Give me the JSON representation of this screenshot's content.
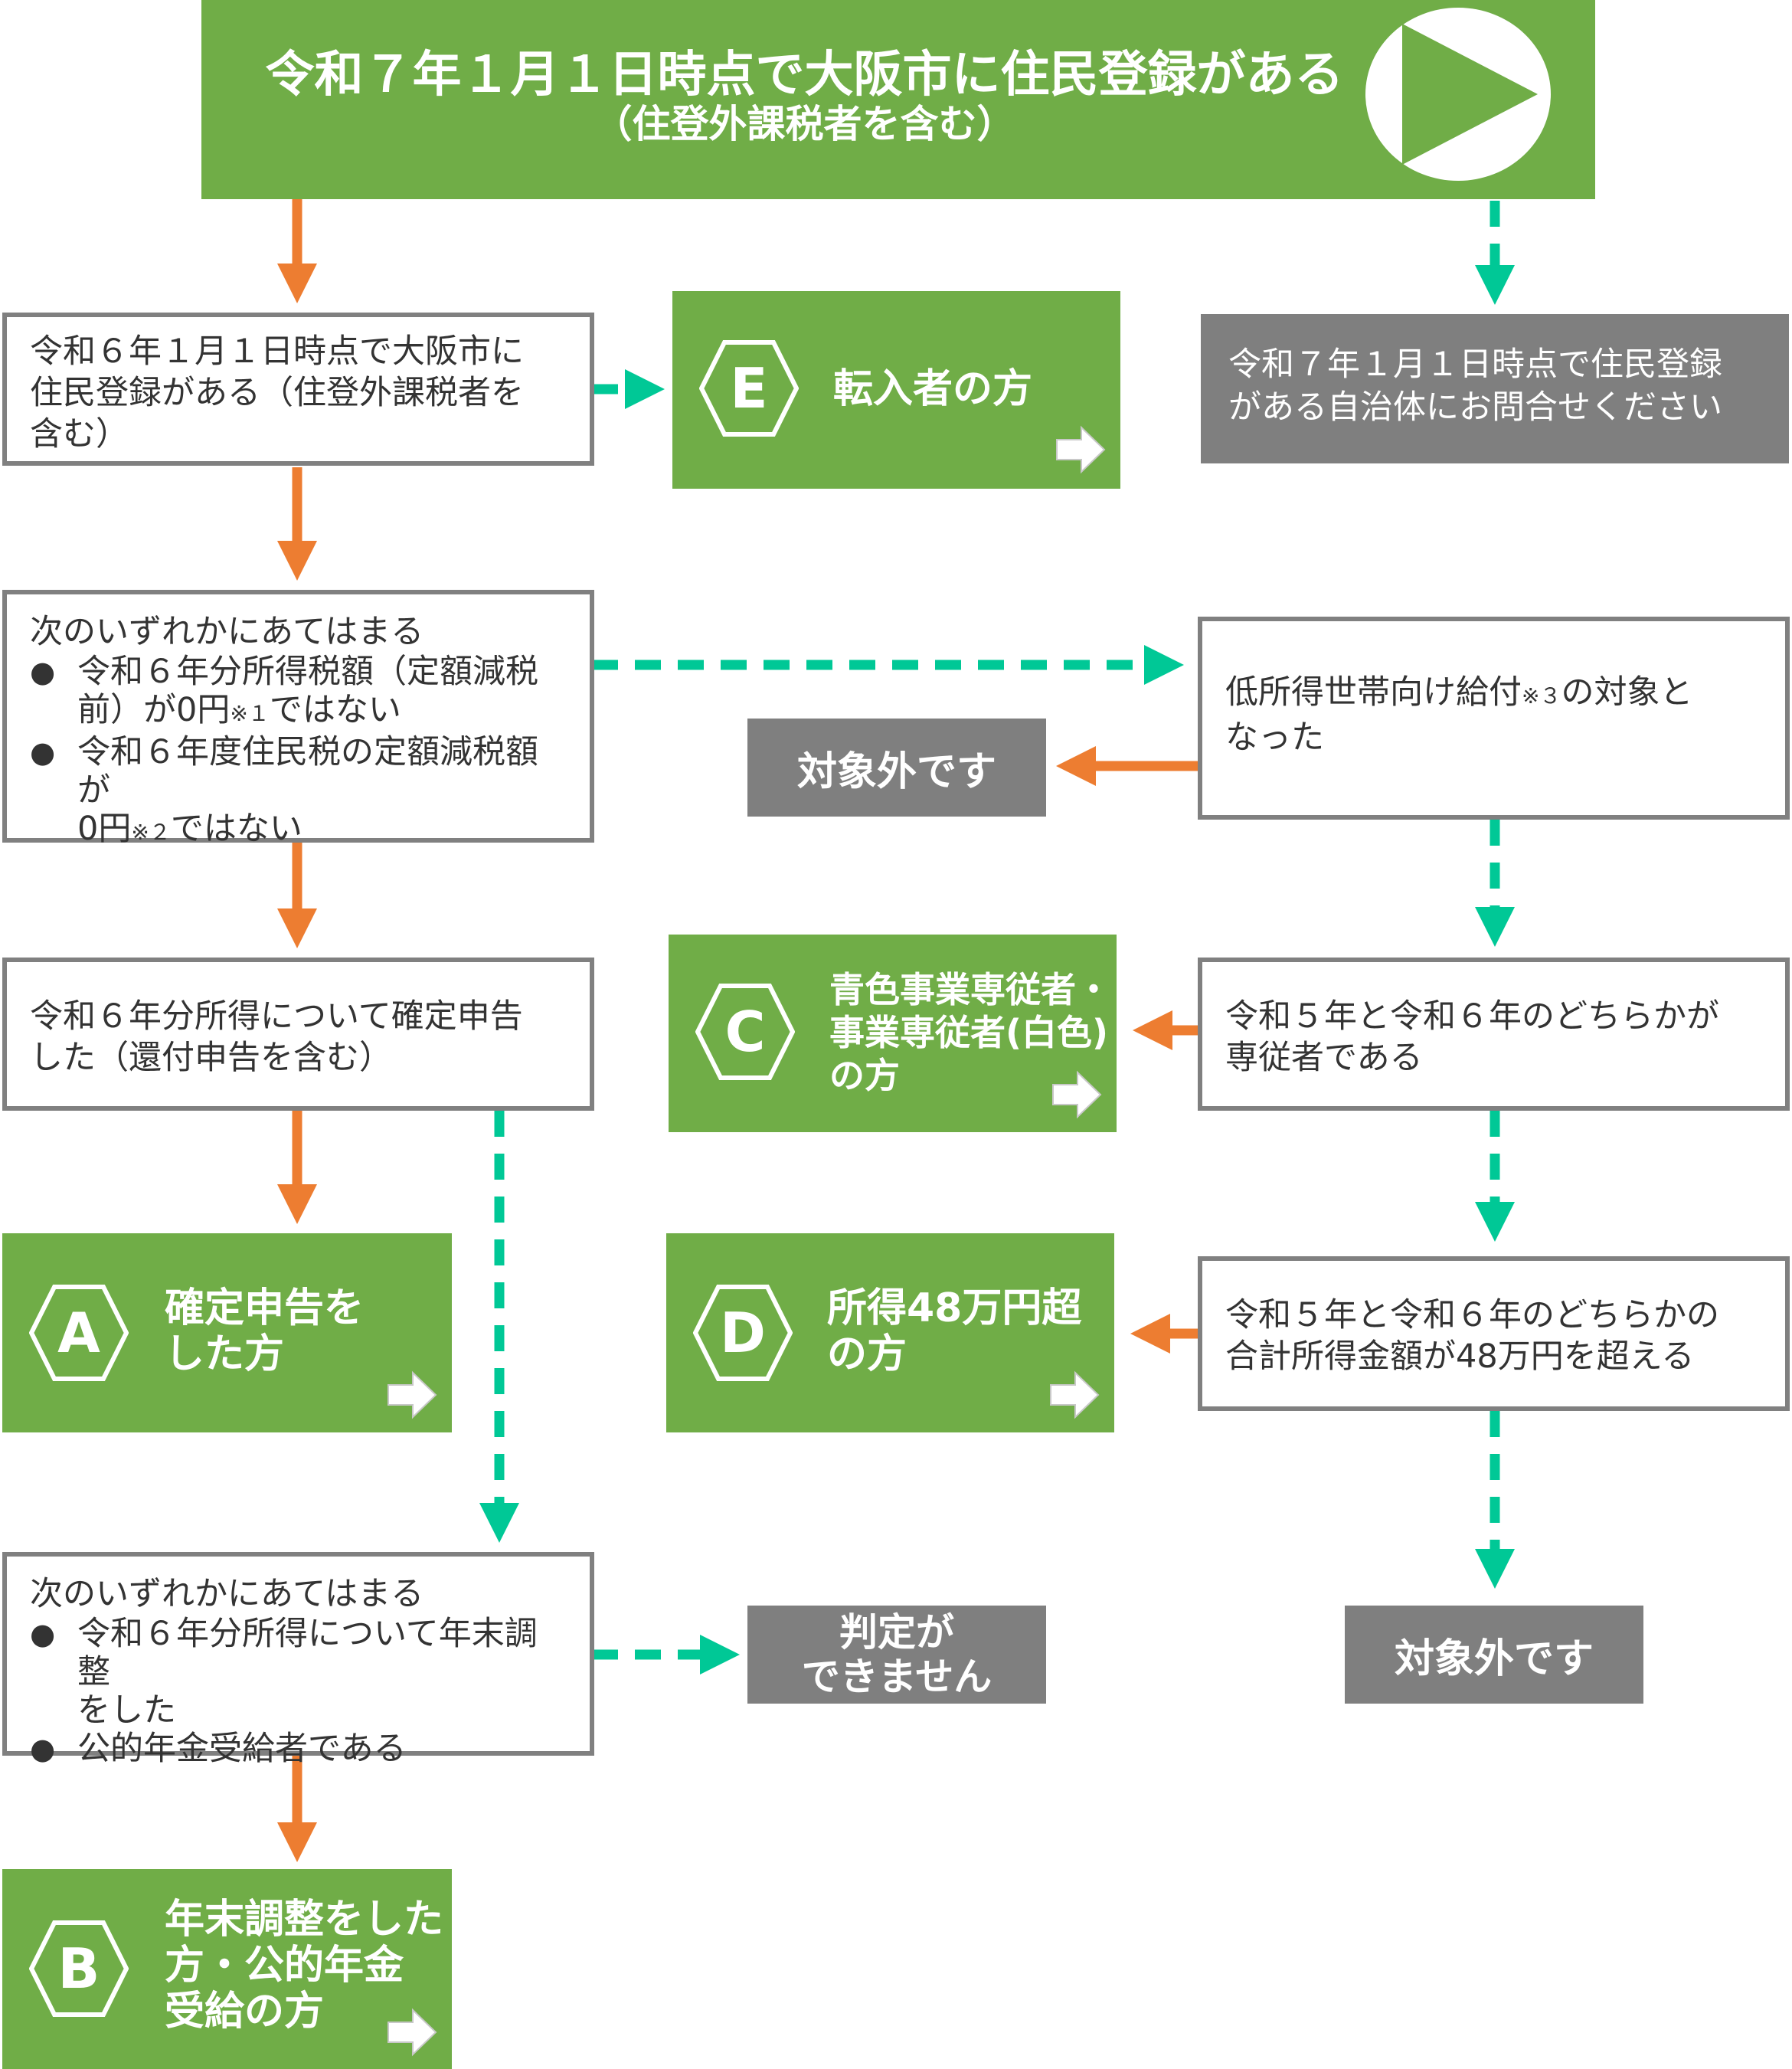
{
  "top": {
    "title": "令和７年１月１日時点で大阪市に住民登録がある",
    "subtitle": "（住登外課税者を含む）"
  },
  "boxes": {
    "q1": {
      "lines": [
        "令和６年１月１日時点で大阪市に",
        "住民登録がある（住登外課税者を",
        "含む）"
      ]
    },
    "q2": {
      "heading": "次のいずれかにあてはまる",
      "b1a": "令和６年分所得税額（定額減税",
      "b1b": "前）が0円",
      "b1note": "※１",
      "b1c": "ではない",
      "b2a": "令和６年度住民税の定額減税額が",
      "b2b": "0円",
      "b2note": "※２",
      "b2c": "ではない"
    },
    "q3": {
      "lines": [
        "令和６年分所得について確定申告",
        "した（還付申告を含む）"
      ]
    },
    "q4": {
      "heading": "次のいずれかにあてはまる",
      "b1a": "令和６年分所得について年末調整",
      "b1b": "をした",
      "b2a": "公的年金受給者である"
    },
    "r1": {
      "a": "低所得世帯向け給付",
      "note": "※３",
      "b": "の対象と",
      "c": "なった"
    },
    "r2": {
      "lines": [
        "令和５年と令和６年のどちらかが",
        "専従者である"
      ]
    },
    "r3": {
      "lines": [
        "令和５年と令和６年のどちらかの",
        "合計所得金額が48万円を超える"
      ]
    }
  },
  "gray": {
    "contact": [
      "令和７年１月１日時点で住民登録",
      "がある自治体にお問合せください"
    ],
    "excluded1": "対象外です",
    "excluded2": "対象外です",
    "undetermined": [
      "判定が",
      "できません"
    ]
  },
  "results": {
    "E": {
      "letter": "E",
      "lines": [
        "転入者の方"
      ]
    },
    "C": {
      "letter": "C",
      "lines": [
        "青色事業専従者・",
        "事業専従者(白色)",
        "の方"
      ]
    },
    "A": {
      "letter": "A",
      "lines": [
        "確定申告を",
        "した方"
      ]
    },
    "D": {
      "letter": "D",
      "lines": [
        "所得48万円超",
        "の方"
      ]
    },
    "B": {
      "letter": "B",
      "lines": [
        "年末調整をした",
        "方・公的年金",
        "受給の方"
      ]
    }
  },
  "colors": {
    "green": "#70ad47",
    "gray": "#7f7f7f",
    "orange": "#ed7d31",
    "teal": "#00c896",
    "border": "#808080"
  },
  "icons": {
    "play": "play-icon",
    "hex": "hexagon-icon",
    "next": "next-arrow-icon"
  }
}
